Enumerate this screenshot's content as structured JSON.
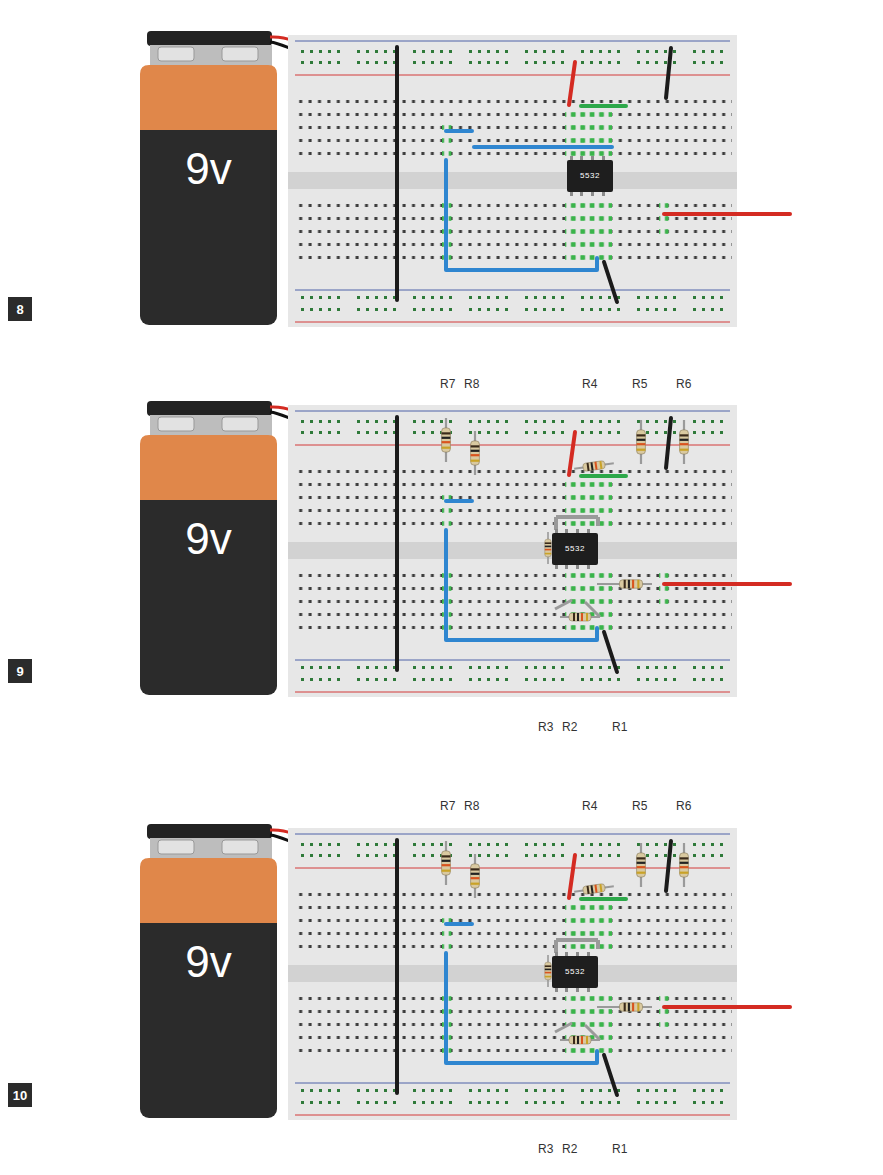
{
  "diagram": {
    "nodes": [
      {
        "text": [
          "9v"
        ]
      },
      {
        "text": [
          "5532"
        ]
      },
      {
        "text": [
          "8"
        ]
      },
      {
        "text": [
          "9v"
        ]
      },
      {
        "text": [
          "5532"
        ]
      },
      {
        "text": [
          "9"
        ]
      },
      {
        "text": [
          "9v"
        ]
      },
      {
        "text": [
          "5532"
        ]
      },
      {
        "text": [
          "10"
        ]
      }
    ],
    "labels": [
      "R7",
      "R8",
      "R4",
      "R5",
      "R6",
      "R3",
      "R2",
      "R1",
      "R7",
      "R8",
      "R4",
      "R5",
      "R6",
      "R3",
      "R2",
      "R1"
    ]
  }
}
